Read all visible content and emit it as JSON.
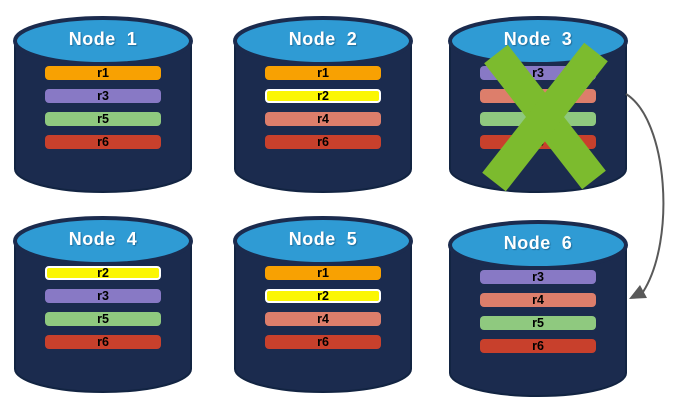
{
  "nodes": [
    {
      "label": "Node  1",
      "failed": false,
      "replicas": [
        {
          "name": "r1",
          "color": "#F8A102",
          "border": null
        },
        {
          "name": "r3",
          "color": "#8879C5",
          "border": null
        },
        {
          "name": "r5",
          "color": "#8FC97F",
          "border": null
        },
        {
          "name": "r6",
          "color": "#C8402C",
          "border": null
        }
      ]
    },
    {
      "label": "Node  2",
      "failed": false,
      "replicas": [
        {
          "name": "r1",
          "color": "#F8A102",
          "border": null
        },
        {
          "name": "r2",
          "color": "#FBF604",
          "border": "#FFFFFF"
        },
        {
          "name": "r4",
          "color": "#DD7E6B",
          "border": null
        },
        {
          "name": "r6",
          "color": "#C8402C",
          "border": null
        }
      ]
    },
    {
      "label": "Node  3",
      "failed": true,
      "replicas": [
        {
          "name": "r3",
          "color": "#8879C5",
          "border": null
        },
        {
          "name": "r4",
          "color": "#DD7E6B",
          "border": null
        },
        {
          "name": "r5",
          "color": "#8FC97F",
          "border": null
        },
        {
          "name": "r6",
          "color": "#C8402C",
          "border": null
        }
      ]
    },
    {
      "label": "Node  4",
      "failed": false,
      "replicas": [
        {
          "name": "r2",
          "color": "#FBF604",
          "border": "#FFFFFF"
        },
        {
          "name": "r3",
          "color": "#8879C5",
          "border": null
        },
        {
          "name": "r5",
          "color": "#8FC97F",
          "border": null
        },
        {
          "name": "r6",
          "color": "#C8402C",
          "border": null
        }
      ]
    },
    {
      "label": "Node  5",
      "failed": false,
      "replicas": [
        {
          "name": "r1",
          "color": "#F8A102",
          "border": null
        },
        {
          "name": "r2",
          "color": "#FBF604",
          "border": "#FFFFFF"
        },
        {
          "name": "r4",
          "color": "#DD7E6B",
          "border": null
        },
        {
          "name": "r6",
          "color": "#C8402C",
          "border": null
        }
      ]
    },
    {
      "label": "Node  6",
      "failed": false,
      "replicas": [
        {
          "name": "r3",
          "color": "#8879C5",
          "border": null
        },
        {
          "name": "r4",
          "color": "#DD7E6B",
          "border": null
        },
        {
          "name": "r5",
          "color": "#8FC97F",
          "border": null
        },
        {
          "name": "r6",
          "color": "#C8402C",
          "border": null
        }
      ]
    }
  ],
  "failure_marker": {
    "on_node": "Node  3",
    "shape": "X",
    "color": "#7CBB2E"
  },
  "failover_arrow": {
    "from": "Node  3",
    "to": "Node  6",
    "color": "#595959"
  },
  "style": {
    "background": "#FFFFFF",
    "cylinder_body": "#1B2B4E",
    "cylinder_outline": "#122442",
    "cylinder_top": "#2F9BD4",
    "node_title_color": "#FFFFFF",
    "replica_text_color": "#000000"
  }
}
